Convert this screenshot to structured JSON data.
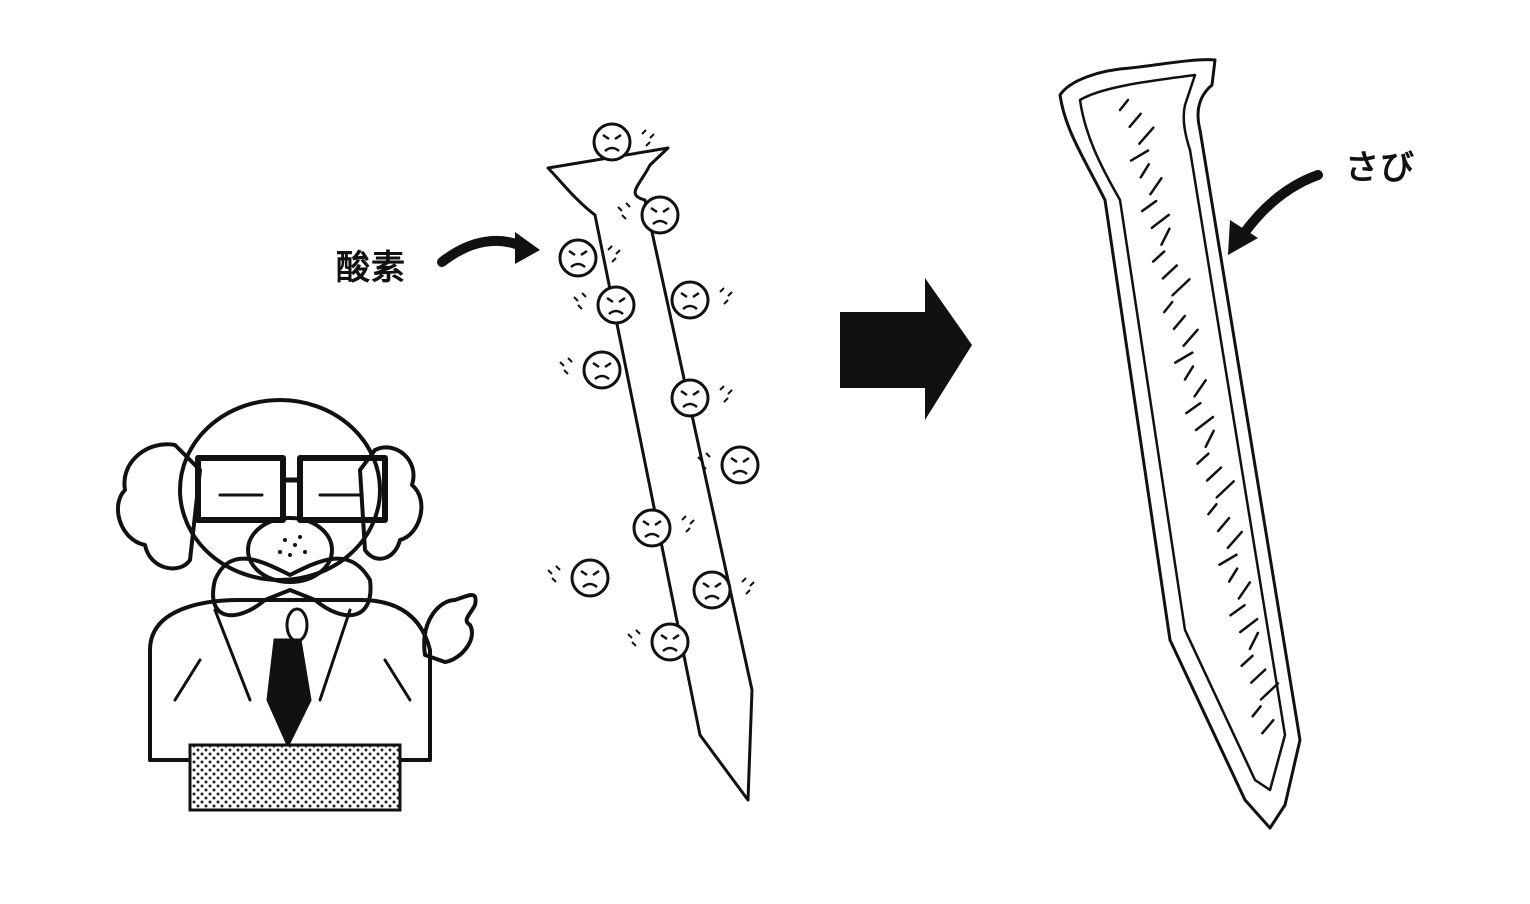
{
  "labels": {
    "oxygen": "酸素",
    "rust": "さび"
  },
  "icons": {
    "left_figure": "cartoon-scientist",
    "nail_before": "nail-with-oxygen-molecules",
    "transition": "right-arrow-icon",
    "nail_after": "rusted-nail",
    "molecule": "angry-face-molecule-icon"
  },
  "colors": {
    "ink": "#111111",
    "background": "#ffffff"
  }
}
